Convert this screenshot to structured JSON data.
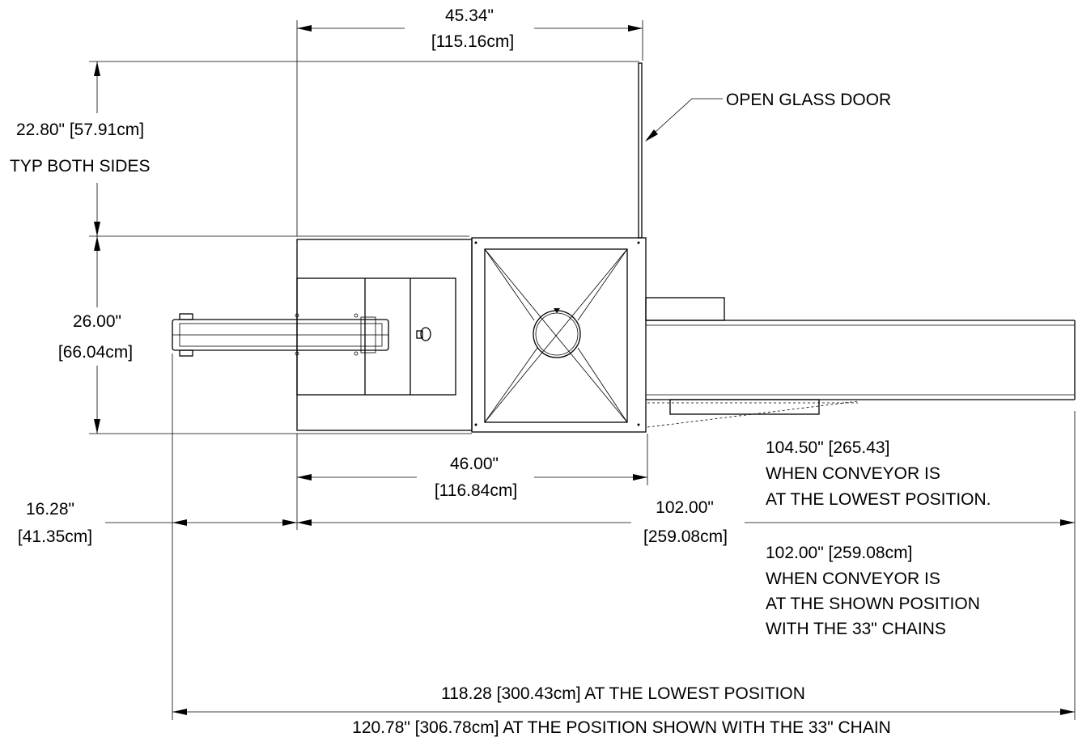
{
  "dimensions": {
    "top_width": {
      "inches": "45.34\"",
      "cm": "[115.16cm]"
    },
    "door_depth": {
      "line1": "22.80\" [57.91cm]",
      "line2": "TYP BOTH SIDES"
    },
    "body_depth": {
      "inches": "26.00\"",
      "cm": "[66.04cm]"
    },
    "body_width": {
      "inches": "46.00\"",
      "cm": "[116.84cm]"
    },
    "left_offset": {
      "inches": "16.28\"",
      "cm": "[41.35cm]"
    },
    "conveyor_length": {
      "inches": "102.00\"",
      "cm": "[259.08cm]"
    },
    "overall_lowest": "118.28 [300.43cm] AT THE LOWEST POSITION",
    "overall_shown": "120.78\" [306.78cm] AT THE POSITION SHOWN WITH THE 33\" CHAIN"
  },
  "notes": {
    "open_door": "OPEN GLASS DOOR",
    "lowest_position": [
      "104.50\" [265.43]",
      "WHEN CONVEYOR IS",
      "AT THE LOWEST POSITION."
    ],
    "shown_position": [
      "102.00\" [259.08cm]",
      "WHEN CONVEYOR IS",
      "AT THE SHOWN POSITION",
      "WITH THE 33\" CHAINS"
    ]
  }
}
